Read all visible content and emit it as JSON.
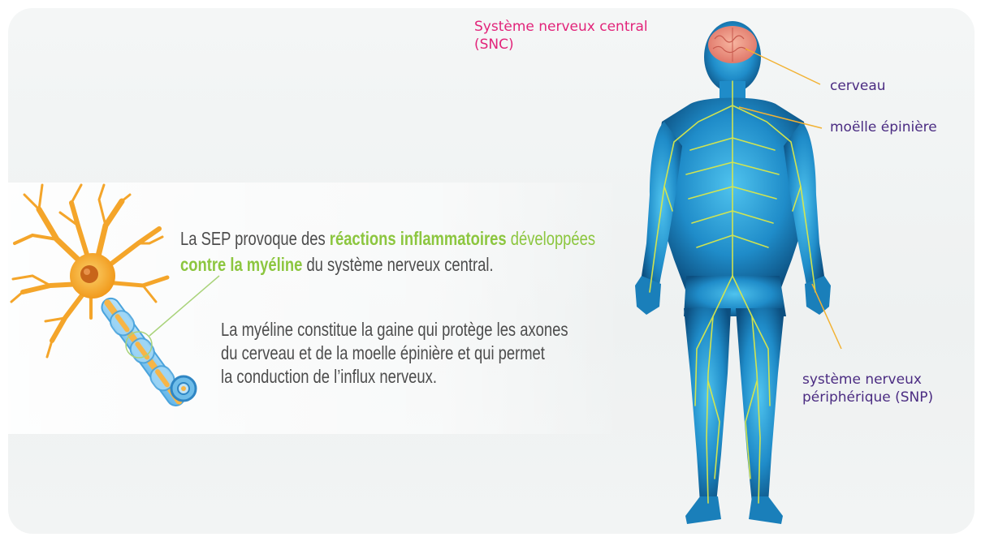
{
  "colors": {
    "snc": "#e2247a",
    "label": "#4b2c82",
    "highlight": "#8cc63f",
    "leader": "#f2b233",
    "nerve": "#d9e84a",
    "body": "#1f8cc9",
    "neuron": "#f4a52a",
    "body_text": "#4d4d4d"
  },
  "icons": [
    "neuron-illustration",
    "human-body-illustration",
    "brain-illustration"
  ],
  "labels": {
    "snc_line1": "Système nerveux central",
    "snc_line2": "(SNC)",
    "cerveau": "cerveau",
    "moelle": "moëlle épinière",
    "snp_line1": "système nerveux",
    "snp_line2": "périphérique (SNP)"
  },
  "text": {
    "p1_a": "La SEP provoque des ",
    "p1_b": "réactions inflammatoires",
    "p1_c": " développées",
    "p1_d": "contre la myéline",
    "p1_e": " du système nerveux central.",
    "p2_l1": "La myéline constitue la gaine qui protège les axones",
    "p2_l2": "du cerveau et de la moelle épinière et qui permet",
    "p2_l3": "la conduction de l’influx nerveux."
  }
}
